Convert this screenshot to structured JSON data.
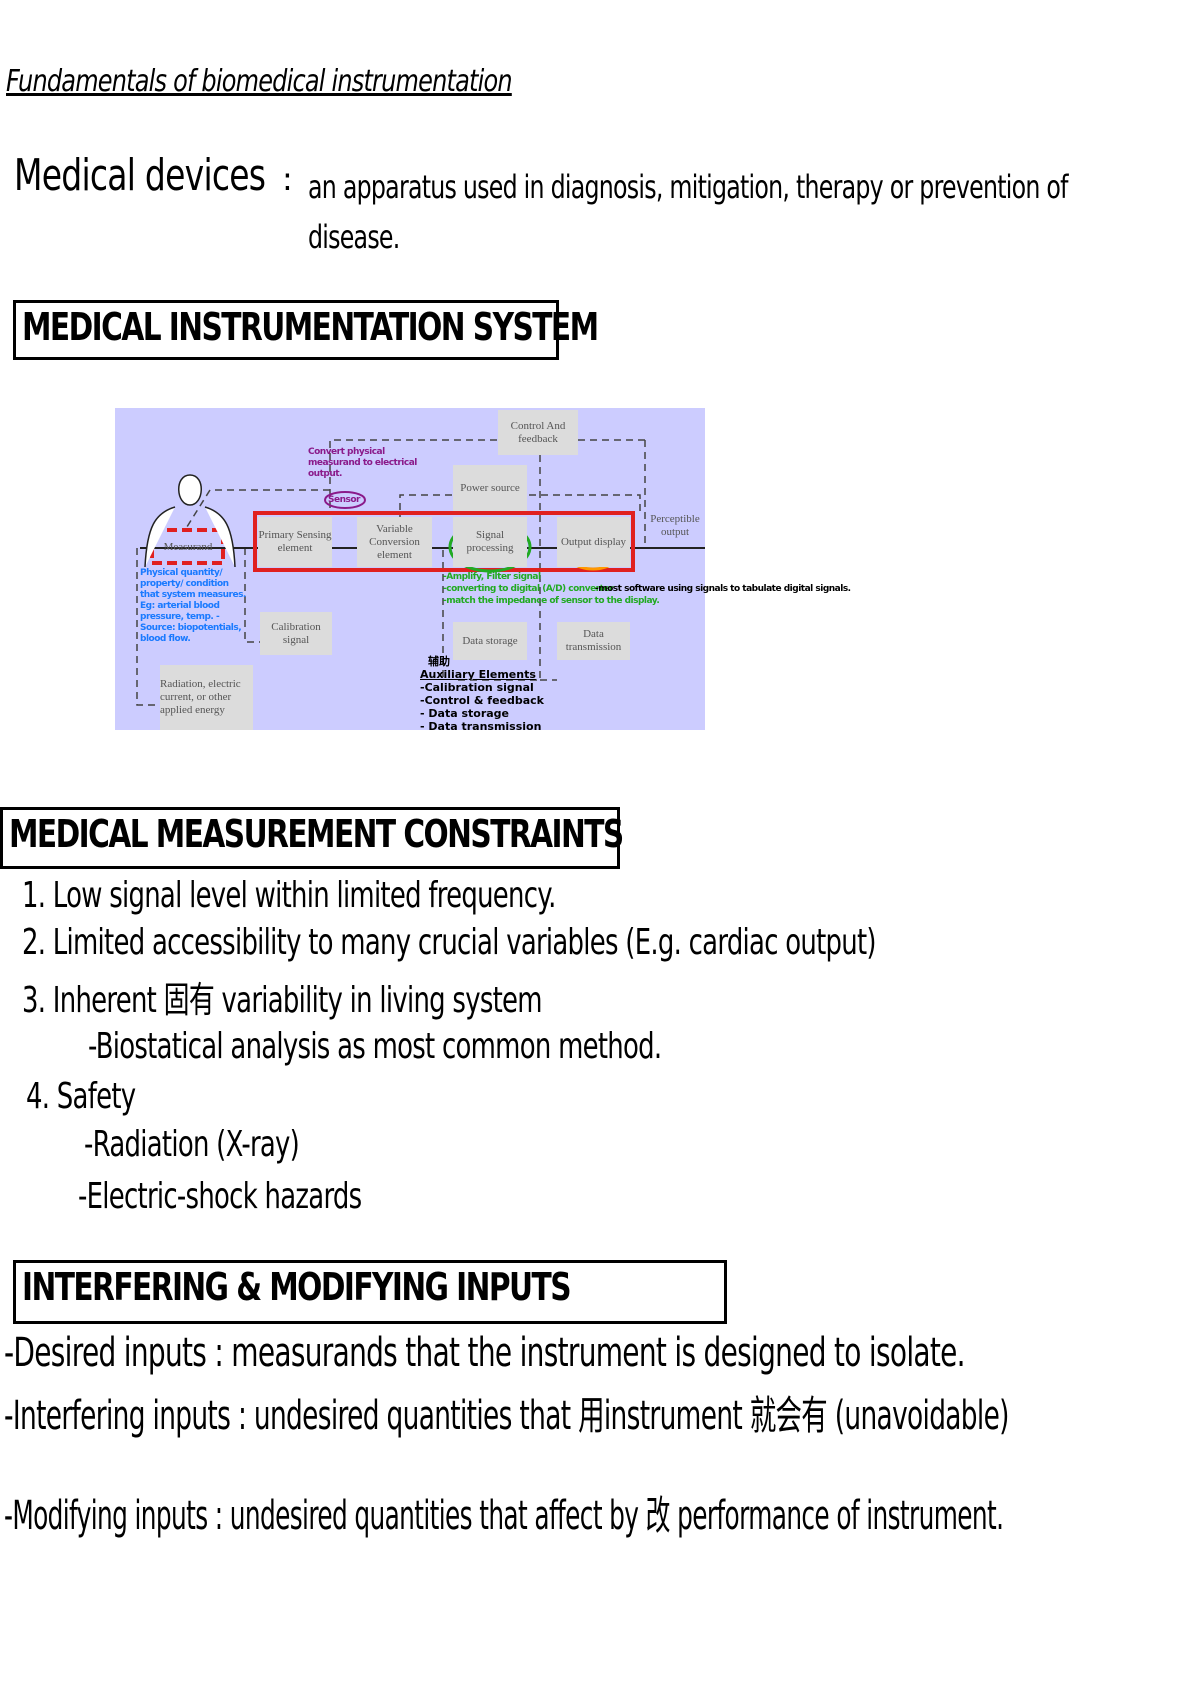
{
  "title": "Fundamentals of biomedical instrumentation",
  "definition": {
    "term": "Medical devices",
    "separator": ":",
    "text_line1": "an apparatus used in diagnosis, mitigation, therapy or prevention of",
    "text_line2": "disease."
  },
  "section1": {
    "heading": "MEDICAL INSTRUMENTATION SYSTEM",
    "diagram": {
      "blocks": {
        "measurand": "Measurand",
        "primary": "Primary Sensing element",
        "variable": "Variable Conversion element",
        "signal": "Signal processing",
        "output": "Output display",
        "power": "Power source",
        "control": "Control And feedback",
        "calibration": "Calibration signal",
        "radiation": "Radiation, electric current, or other applied energy",
        "storage": "Data storage",
        "transmission": "Data transmission",
        "perceptible": "Perceptible output"
      },
      "annotations": {
        "sensor_note": "Convert physical measurand to electrical output.",
        "sensor_label": "Sensor",
        "measurand_note": "Physical quantity/ property/ condition that system measures. Eg: arterial blood pressure, temp. -Source: biopotentials, blood flow.",
        "signal_note_1": "-Amplify, Filter signal",
        "signal_note_2": "-converting to digital (A/D) converter",
        "signal_note_2b": "-most software using signals to tabulate digital signals.",
        "signal_note_3": "-match the impedance of sensor to the display.",
        "aux_chinese": "辅助",
        "aux_heading": "Auxiliary Elements",
        "aux_items": [
          "-Calibration signal",
          "-Control & feedback",
          "- Data storage",
          "- Data transmission"
        ]
      }
    }
  },
  "section2": {
    "heading": "MEDICAL MEASUREMENT CONSTRAINTS",
    "items": [
      "1. Low signal level within limited frequency.",
      "2. Limited accessibility to many crucial variables (E.g. cardiac output)",
      "3. Inherent 固有 variability in living system",
      "-Biostatical analysis as most common method.",
      "4. Safety",
      "-Radiation (X-ray)",
      "-Electric-shock hazards"
    ]
  },
  "section3": {
    "heading": "INTERFERING & MODIFYING INPUTS",
    "lines": [
      "-Desired inputs : measurands that the instrument is designed to isolate.",
      "-Interfering inputs : undesired quantities that 用instrument 就会有 (unavoidable)",
      "-Modifying inputs : undesired quantities that affect by 改 performance of instrument."
    ]
  }
}
